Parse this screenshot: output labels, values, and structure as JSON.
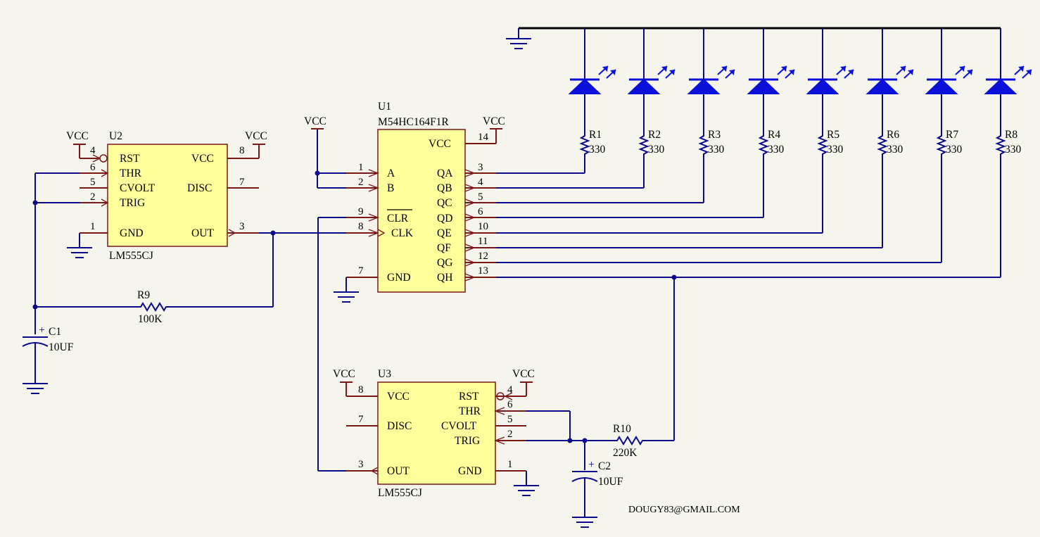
{
  "components": {
    "u2": {
      "ref": "U2",
      "part": "LM555CJ",
      "supply": [
        "VCC",
        "VCC"
      ],
      "pins_left": [
        {
          "num": "4",
          "name": "RST"
        },
        {
          "num": "6",
          "name": "THR"
        },
        {
          "num": "5",
          "name": "CVOLT"
        },
        {
          "num": "2",
          "name": "TRIG"
        },
        {
          "num": "1",
          "name": "GND"
        }
      ],
      "pins_right": [
        {
          "num": "8",
          "name": "VCC"
        },
        {
          "num": "7",
          "name": "DISC"
        },
        {
          "num": "3",
          "name": "OUT"
        }
      ]
    },
    "u1": {
      "ref": "U1",
      "part": "M54HC164F1R",
      "supply": [
        "VCC",
        "VCC"
      ],
      "pins_left": [
        {
          "num": "1",
          "name": "A"
        },
        {
          "num": "2",
          "name": "B"
        },
        {
          "num": "9",
          "name": "CLR"
        },
        {
          "num": "8",
          "name": "CLK"
        },
        {
          "num": "7",
          "name": "GND"
        }
      ],
      "pins_right": [
        {
          "num": "14",
          "name": "VCC"
        },
        {
          "num": "3",
          "name": "QA"
        },
        {
          "num": "4",
          "name": "QB"
        },
        {
          "num": "5",
          "name": "QC"
        },
        {
          "num": "6",
          "name": "QD"
        },
        {
          "num": "10",
          "name": "QE"
        },
        {
          "num": "11",
          "name": "QF"
        },
        {
          "num": "12",
          "name": "QG"
        },
        {
          "num": "13",
          "name": "QH"
        }
      ]
    },
    "u3": {
      "ref": "U3",
      "part": "LM555CJ",
      "supply": [
        "VCC",
        "VCC"
      ],
      "pins_left": [
        {
          "num": "8",
          "name": "VCC"
        },
        {
          "num": "7",
          "name": "DISC"
        },
        {
          "num": "3",
          "name": "OUT"
        }
      ],
      "pins_right": [
        {
          "num": "4",
          "name": "RST"
        },
        {
          "num": "6",
          "name": "THR"
        },
        {
          "num": "5",
          "name": "CVOLT"
        },
        {
          "num": "2",
          "name": "TRIG"
        },
        {
          "num": "1",
          "name": "GND"
        }
      ]
    },
    "r9": {
      "ref": "R9",
      "value": "100K"
    },
    "r10": {
      "ref": "R10",
      "value": "220K"
    },
    "c1": {
      "ref": "C1",
      "value": "10UF",
      "polarity": "+"
    },
    "c2": {
      "ref": "C2",
      "value": "10UF",
      "polarity": "+"
    },
    "led_resistors": [
      {
        "ref": "R1",
        "value": "330"
      },
      {
        "ref": "R2",
        "value": "330"
      },
      {
        "ref": "R3",
        "value": "330"
      },
      {
        "ref": "R4",
        "value": "330"
      },
      {
        "ref": "R5",
        "value": "330"
      },
      {
        "ref": "R6",
        "value": "330"
      },
      {
        "ref": "R7",
        "value": "330"
      },
      {
        "ref": "R8",
        "value": "330"
      }
    ]
  },
  "footer": {
    "email": "DOUGY83@GMAIL.COM"
  },
  "colors": {
    "wire": "#0a0a8a",
    "pin_lead": "#7a1818",
    "chip_fill": "#ffff9c",
    "led": "#0a10d8",
    "background": "#f5f5ee"
  }
}
